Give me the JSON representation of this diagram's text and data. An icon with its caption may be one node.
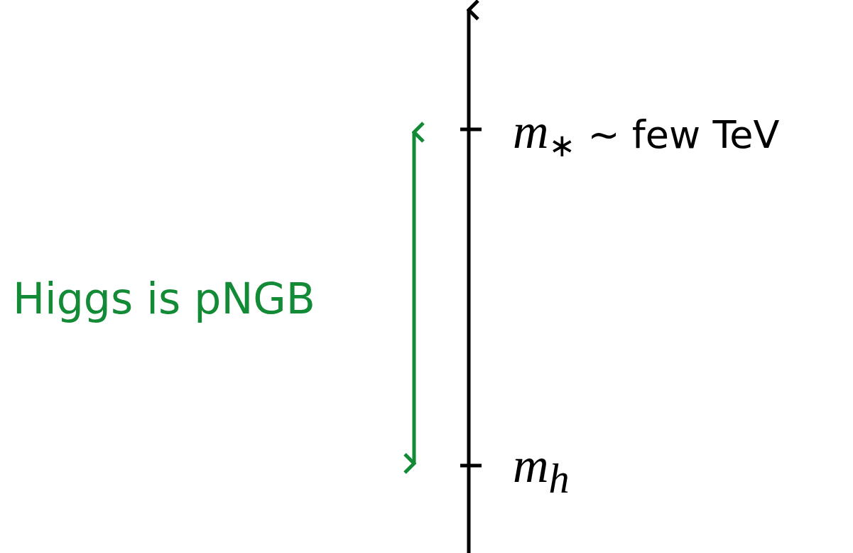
{
  "diagram": {
    "labels": [
      "*m*$_{∗}$ ∼ few TeV",
      "Higgs is pNGB",
      "m$_{h}$"
    ]
  }
}
